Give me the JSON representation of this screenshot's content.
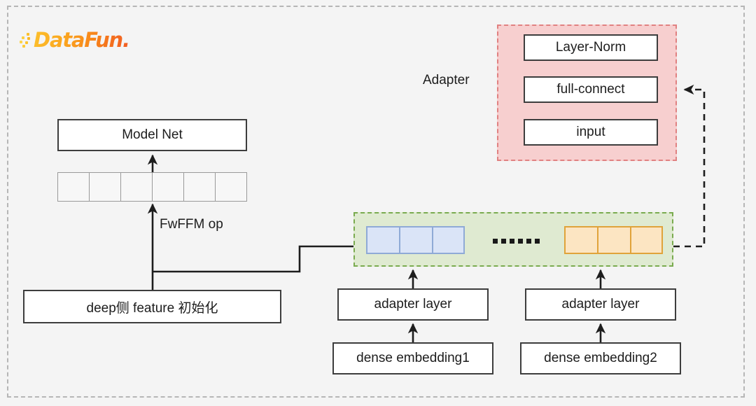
{
  "frame": {
    "background_color": "#f4f4f4",
    "border_color": "#b6b6b6"
  },
  "brand": {
    "name": "DataFun.",
    "gradient_start": "#fcc02c",
    "gradient_end": "#f15a22"
  },
  "model_side": {
    "model_net_label": "Model Net",
    "feature_vector_cell_count": 6,
    "fwffm_op_label": "FwFFM op",
    "deep_feature_label": "deep侧 feature 初始化"
  },
  "adapter_panel": {
    "label": "Adapter",
    "fill_color": "#f7cfcf",
    "border_color": "#e08181",
    "layers": [
      {
        "label": "Layer-Norm"
      },
      {
        "label": "full-connect"
      },
      {
        "label": "input"
      }
    ]
  },
  "embedding_panel": {
    "fill_color": "#dfead1",
    "border_color": "#7aab4f",
    "ellipsis": "......",
    "ellipsis_dot_count": 6,
    "groups": [
      {
        "name": "blue-embedding-group",
        "cell_count": 3,
        "fill_color": "#dae4f7",
        "border_color": "#8faad6"
      },
      {
        "name": "orange-embedding-group",
        "cell_count": 3,
        "fill_color": "#fce5c2",
        "border_color": "#e0a33a"
      }
    ]
  },
  "bottom_stacks": [
    {
      "adapter_layer_label": "adapter layer",
      "dense_embedding_label": "dense embedding1"
    },
    {
      "adapter_layer_label": "adapter layer",
      "dense_embedding_label": "dense embedding2"
    }
  ]
}
